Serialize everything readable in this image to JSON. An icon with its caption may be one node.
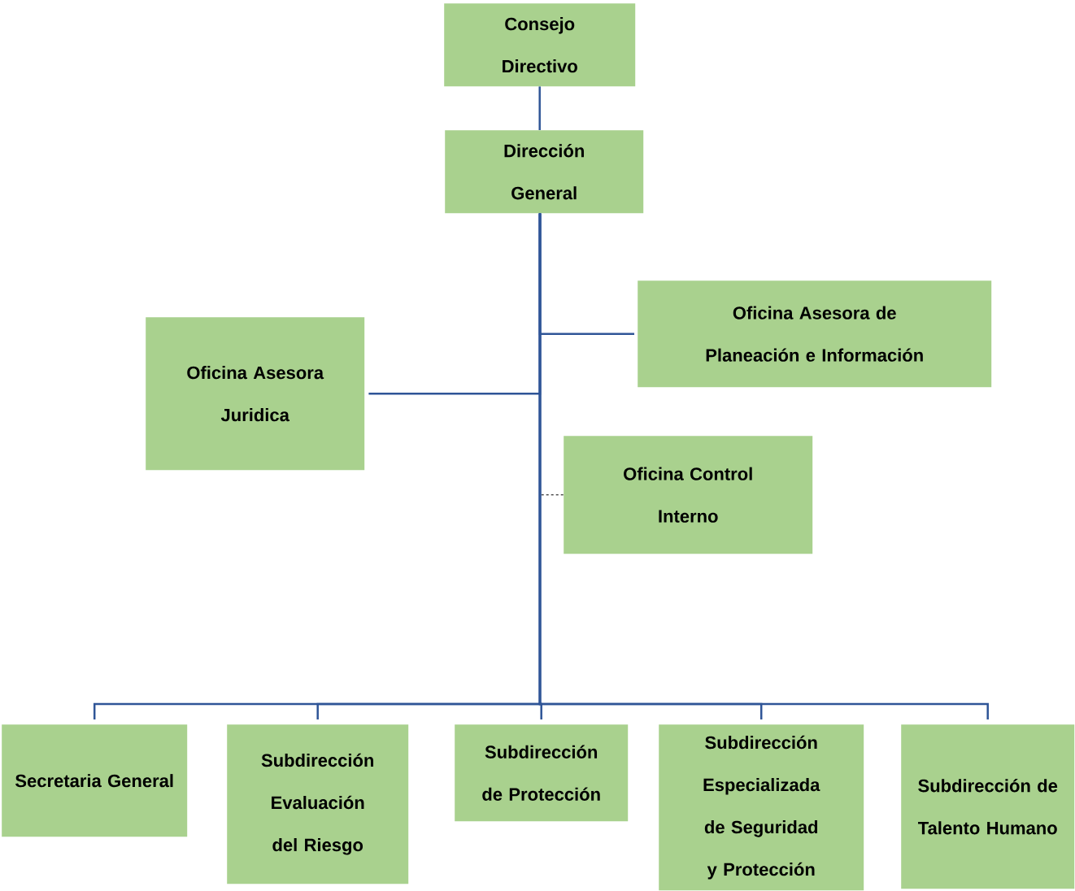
{
  "diagram": {
    "nodes": [
      {
        "text": [
          "Consejo Directivo"
        ]
      },
      {
        "text": [
          "Dirección General"
        ]
      },
      {
        "text": [
          "Oficina Asesora de Planeación e Información"
        ]
      },
      {
        "text": [
          "Oficina Asesora Juridica"
        ]
      },
      {
        "text": [
          "Oficina Control Interno"
        ]
      },
      {
        "text": [
          "Secretaria General"
        ]
      },
      {
        "text": [
          "Subdirección Evaluación del Riesgo"
        ]
      },
      {
        "text": [
          "Subdirección de Protección"
        ]
      },
      {
        "text": [
          "Subdirección Especializada de Seguridad y Protección"
        ]
      },
      {
        "text": [
          "Subdirección de Talento Humano"
        ]
      }
    ],
    "edges": [
      {
        "from": 0,
        "to": 1,
        "arrow": "none"
      },
      {
        "from": 1,
        "to": 2,
        "arrow": "none"
      },
      {
        "from": 1,
        "to": 3,
        "arrow": "none"
      },
      {
        "from": 1,
        "to": 4,
        "arrow": "none",
        "style": "dashed",
        "color": "#000000"
      },
      {
        "from": 1,
        "to": 5,
        "arrow": "none"
      },
      {
        "from": 1,
        "to": 6,
        "arrow": "none"
      },
      {
        "from": 1,
        "to": 7,
        "arrow": "none"
      },
      {
        "from": 1,
        "to": 8,
        "arrow": "none"
      },
      {
        "from": 1,
        "to": 9,
        "arrow": "none"
      }
    ]
  }
}
